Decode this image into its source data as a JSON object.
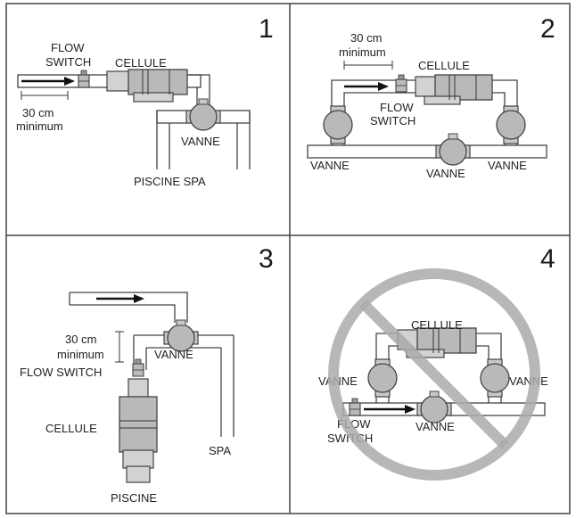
{
  "colors": {
    "frame": "#444444",
    "device": "#b9b9b9",
    "forbidden": "#aaaaaa"
  },
  "panels": [
    {
      "number": "1",
      "labels": {
        "flow_switch_1": "FLOW",
        "flow_switch_2": "SWITCH",
        "cell": "CELLULE",
        "distance": "30 cm",
        "minimum": "minimum",
        "valve": "VANNE",
        "pool": "PISCINE SPA"
      }
    },
    {
      "number": "2",
      "labels": {
        "distance": "30 cm",
        "minimum": "minimum",
        "cell": "CELLULE",
        "flow_switch_1": "FLOW",
        "flow_switch_2": "SWITCH",
        "valve_left": "VANNE",
        "valve_center": "VANNE",
        "valve_right": "VANNE"
      }
    },
    {
      "number": "3",
      "labels": {
        "distance": "30 cm",
        "minimum": "minimum",
        "flow_switch": "FLOW SWITCH",
        "valve": "VANNE",
        "cell": "CELLULE",
        "spa": "SPA",
        "pool": "PISCINE"
      }
    },
    {
      "number": "4",
      "labels": {
        "cell": "CELLULE",
        "valve_left": "VANNE",
        "valve_right": "VANNE",
        "flow_switch_1": "FLOW",
        "flow_switch_2": "SWITCH",
        "valve_bottom": "VANNE"
      }
    }
  ]
}
